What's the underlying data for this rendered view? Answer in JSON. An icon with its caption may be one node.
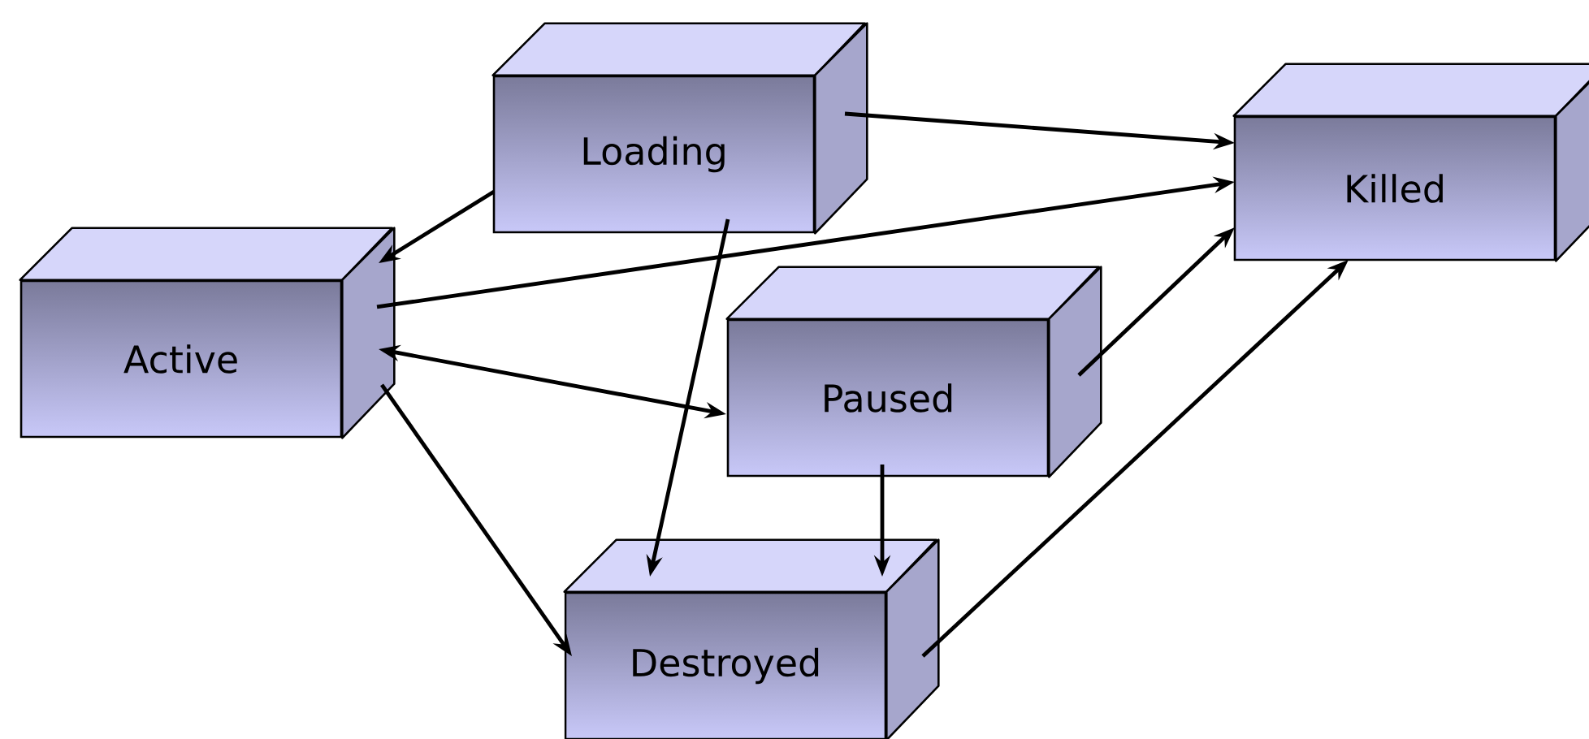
{
  "diagram": {
    "nodes": [
      {
        "text": [
          "Loading"
        ]
      },
      {
        "text": [
          "Killed"
        ]
      },
      {
        "text": [
          "Active"
        ]
      },
      {
        "text": [
          "Paused"
        ]
      },
      {
        "text": [
          "Destroyed"
        ]
      }
    ],
    "edges": [
      {
        "from": 0,
        "to": 1,
        "arrow": "to"
      },
      {
        "from": 0,
        "to": 2,
        "arrow": "to"
      },
      {
        "from": 2,
        "to": 1,
        "arrow": "to"
      },
      {
        "from": 2,
        "to": 3,
        "arrow": "both"
      },
      {
        "from": 2,
        "to": 4,
        "arrow": "to"
      },
      {
        "from": 0,
        "to": 4,
        "arrow": "to"
      },
      {
        "from": 3,
        "to": 4,
        "arrow": "to"
      },
      {
        "from": 3,
        "to": 1,
        "arrow": "to"
      },
      {
        "from": 4,
        "to": 1,
        "arrow": "to"
      }
    ]
  }
}
